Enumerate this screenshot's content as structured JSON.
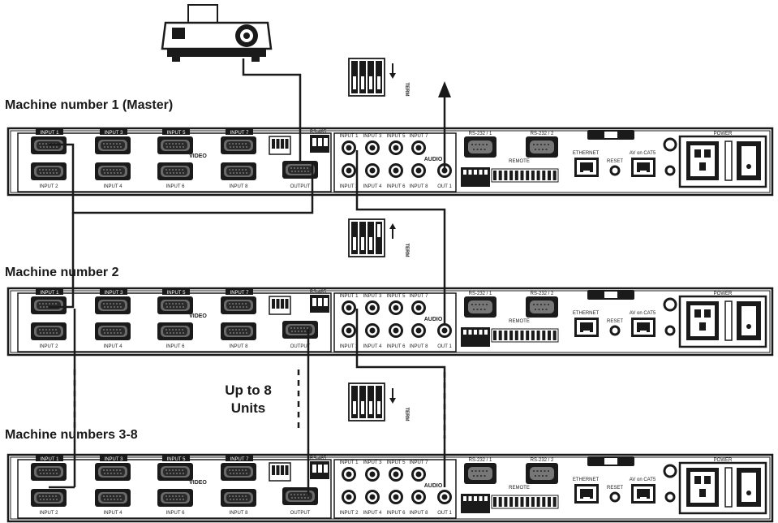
{
  "labels": {
    "machine1": "Machine number 1 (Master)",
    "machine2": "Machine number 2",
    "machine3": "Machine numbers 3-8",
    "units_line1": "Up to 8",
    "units_line2": "Units",
    "term": "TERM"
  },
  "panel": {
    "inputs_top": [
      "INPUT 1",
      "INPUT 3",
      "INPUT 5",
      "INPUT 7"
    ],
    "inputs_bottom": [
      "INPUT 2",
      "INPUT 4",
      "INPUT 6",
      "INPUT 8"
    ],
    "video": "VIDEO",
    "output": "OUTPUT",
    "rs485": "RS-485",
    "audio": "AUDIO",
    "audio_top": [
      "INPUT 1",
      "INPUT 3",
      "INPUT 5",
      "INPUT 7"
    ],
    "audio_bottom": [
      "INPUT 2",
      "INPUT 4",
      "INPUT 6",
      "INPUT 8"
    ],
    "out1": "OUT 1",
    "rs232_1": "RS-232 / 1",
    "rs232_2": "RS-232 / 2",
    "remote": "REMOTE",
    "ethernet": "ETHERNET",
    "reset": "RESET",
    "av_cat5": "AV on CAT5",
    "power": "POWER"
  }
}
